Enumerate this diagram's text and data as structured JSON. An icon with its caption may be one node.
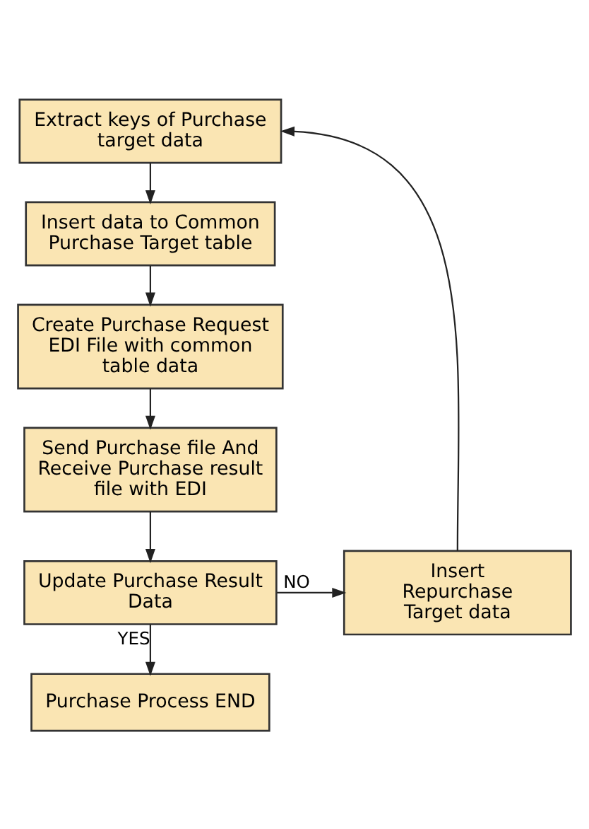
{
  "diagram": {
    "nodes": [
      {
        "text": [
          "Extract keys of Purchase target data"
        ]
      },
      {
        "text": [
          "Insert data to Common Purchase Target table"
        ]
      },
      {
        "text": [
          "Create Purchase Request EDI File with common table data"
        ]
      },
      {
        "text": [
          "Send Purchase file And Receive Purchase result file with EDI"
        ]
      },
      {
        "text": [
          "Update Purchase Result Data"
        ]
      },
      {
        "text": [
          "Insert Repurchase Target data"
        ]
      },
      {
        "text": [
          "Purchase Process END"
        ]
      }
    ],
    "edges": [
      {
        "from": 0,
        "to": 1,
        "arrow": "to"
      },
      {
        "from": 1,
        "to": 2,
        "arrow": "to"
      },
      {
        "from": 2,
        "to": 3,
        "arrow": "to"
      },
      {
        "from": 3,
        "to": 4,
        "arrow": "to"
      },
      {
        "from": 4,
        "to": 5,
        "arrow": "to",
        "label": "NO"
      },
      {
        "from": 4,
        "to": 6,
        "arrow": "to",
        "label": "YES"
      },
      {
        "from": 5,
        "to": 0,
        "arrow": "to"
      }
    ]
  }
}
